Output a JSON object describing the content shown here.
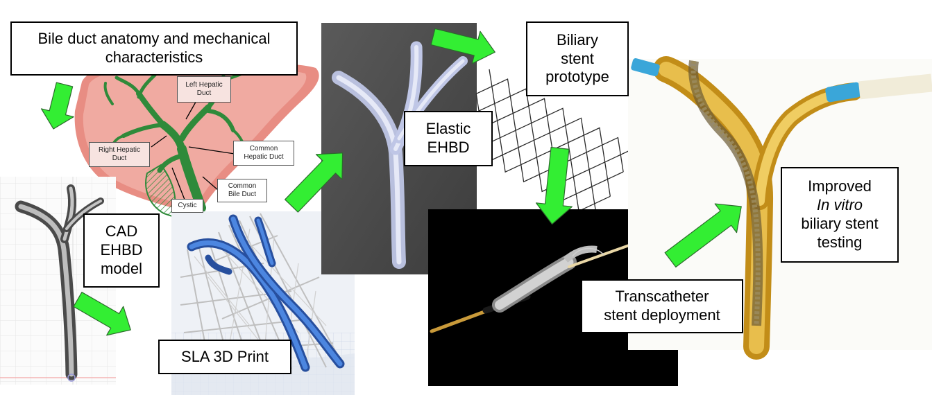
{
  "colors": {
    "arrow": "#33ee33",
    "arrow_outline": "#2c6a2c",
    "liver": "#e88d83",
    "duct": "#2f8a3a",
    "print_blue": "#3a6fd0",
    "catheter_yellow": "#e4b52e"
  },
  "boxes": {
    "anatomy": [
      "Bile duct anatomy and mechanical",
      "characteristics"
    ],
    "cad": [
      "CAD",
      "EHBD",
      "model"
    ],
    "sla": [
      "SLA 3D Print"
    ],
    "elastic": [
      "Elastic",
      "EHBD"
    ],
    "prototype": [
      "Biliary",
      "stent",
      "prototype"
    ],
    "deployment": [
      "Transcatheter",
      "stent deployment"
    ],
    "testing_line1": "Improved",
    "testing_line2": "In vitro",
    "testing_line3": "biliary stent",
    "testing_line4": "testing"
  },
  "anatomy_labels": {
    "left_hepatic": [
      "Left Hepatic",
      "Duct"
    ],
    "right_hepatic": [
      "Right Hepatic",
      "Duct"
    ],
    "common_hepatic": [
      "Common",
      "Hepatic Duct"
    ],
    "common_bile": [
      "Common",
      "Bile Duct"
    ],
    "cystic": "Cystic"
  },
  "icons": {
    "arrows": "flow-arrow-icon",
    "stent": "stent-mesh-icon"
  }
}
